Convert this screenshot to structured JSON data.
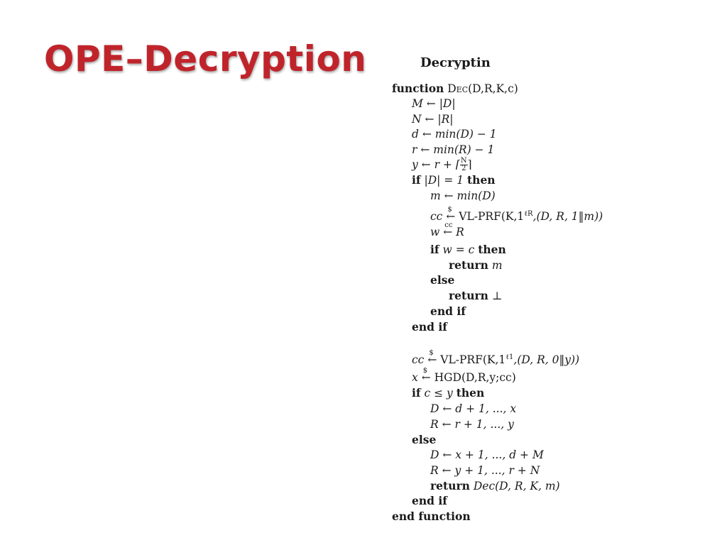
{
  "slide": {
    "title": "OPE–Decryption"
  },
  "algorithm": {
    "heading": "Decryptin",
    "lines": [
      {
        "kw_pre": "function",
        "text": "Dec",
        "post": "(D,R,K,c)"
      },
      {
        "text": "M ← |D|"
      },
      {
        "text": "N ← |R|"
      },
      {
        "text": "d ← min(D) − 1"
      },
      {
        "text": "r ← min(R) − 1"
      },
      {
        "text_pre": "y ← r + ⌈",
        "frac_num": "N",
        "frac_den": "2",
        "text_post": "⌉"
      },
      {
        "kw_pre": "if",
        "text": "|D| = 1",
        "kw_post": "then"
      },
      {
        "text": "m ← min(D)"
      },
      {
        "var": "cc",
        "arrow": "←",
        "arrow_sup": "$",
        "text": "VL-PRF(K,1",
        "sup": "ℓR",
        "post": ",(D, R, 1‖m))"
      },
      {
        "var": "w",
        "arrow": "←",
        "arrow_sup": "cc",
        "text": "R"
      },
      {
        "kw_pre": "if",
        "text": "w = c",
        "kw_post": "then"
      },
      {
        "kw_pre": "return",
        "text": "m"
      },
      {
        "kw_pre": "else"
      },
      {
        "kw_pre": "return",
        "text": "⊥"
      },
      {
        "kw_pre": "end if"
      },
      {
        "kw_pre": "end if"
      },
      {
        "var": "cc",
        "arrow": "←",
        "arrow_sup": "$",
        "text": "VL-PRF(K,1",
        "sup": "ℓ1",
        "post": ",(D, R, 0‖y))"
      },
      {
        "var": "x",
        "arrow": "←",
        "arrow_sup": "$",
        "text": "HGD(D,R,y;cc)"
      },
      {
        "kw_pre": "if",
        "text": "c ≤ y",
        "kw_post": "then"
      },
      {
        "text": "D ← d + 1, ..., x"
      },
      {
        "text": "R ← r + 1, ..., y"
      },
      {
        "kw_pre": "else"
      },
      {
        "text": "D ← x + 1, ..., d + M"
      },
      {
        "text": "R ← y + 1, ..., r + N"
      },
      {
        "kw_pre": "return",
        "text": "Dec(D, R, K, m)"
      },
      {
        "kw_pre": "end if"
      },
      {
        "kw_pre": "end function"
      }
    ]
  }
}
